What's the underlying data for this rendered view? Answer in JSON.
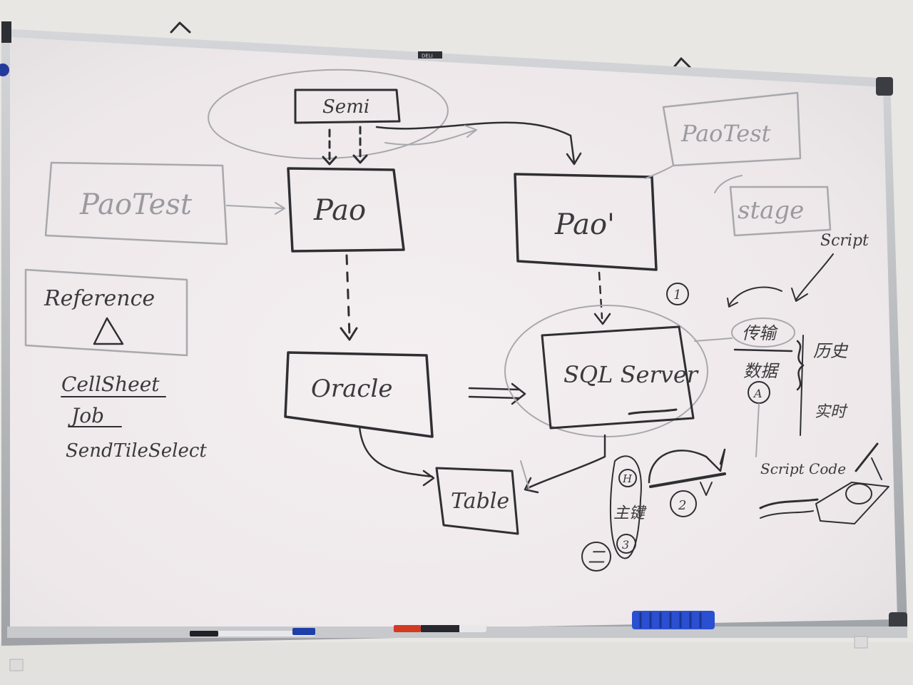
{
  "board": {
    "brand": "DELI",
    "nodes": {
      "semi": "Semi",
      "pao": "Pao",
      "pao_prime": "Pao'",
      "pao_test_left": "PaoTest",
      "pao_test_right": "PaoTest",
      "stage": "stage",
      "reference": "Reference",
      "oracle": "Oracle",
      "sql_server": "SQL Server",
      "table": "Table"
    },
    "left_notes": [
      "CellSheet",
      "Job",
      "SendTileSelect"
    ],
    "right_notes": {
      "script": "Script",
      "transfer": "传输",
      "data": "数据",
      "history": "历史",
      "realtime": "实时",
      "script_code": "Script Code"
    },
    "markers": {
      "circle_1": "1",
      "circle_2": "2",
      "circle_3": "3",
      "circle_h": "H",
      "circle_a": "A",
      "circle_two": "二",
      "trigger": "主键"
    }
  },
  "colors": {
    "wall": "#e9e7e4",
    "board": "#f2eef0",
    "frame": "#b9bbbf",
    "ink": "#2f2f33",
    "faint_ink": "#a8a8ad",
    "marker_blue": "#1f3fa8",
    "marker_red": "#d23a22",
    "eraser_blue": "#2a4fd0"
  }
}
